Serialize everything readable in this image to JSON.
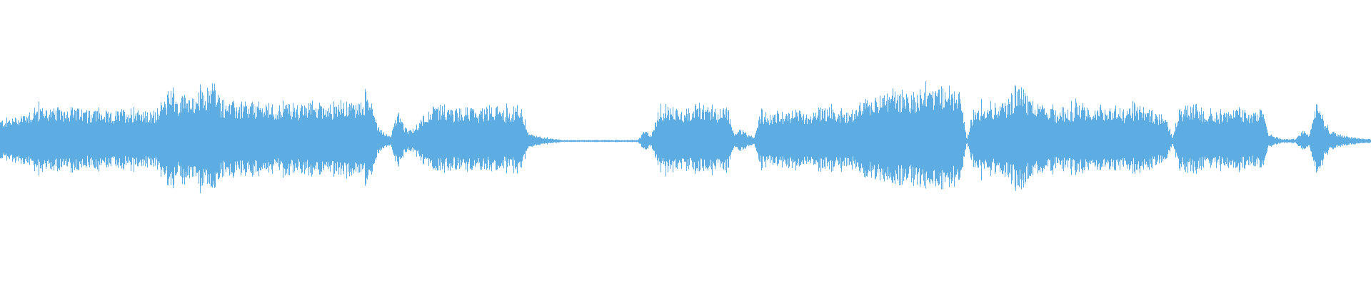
{
  "waveform": {
    "color": "#5dade2",
    "background": "#ffffff",
    "amplitude_envelope": [
      [
        0.0,
        0.2
      ],
      [
        0.01,
        0.23
      ],
      [
        0.02,
        0.28
      ],
      [
        0.03,
        0.33
      ],
      [
        0.04,
        0.3
      ],
      [
        0.05,
        0.33
      ],
      [
        0.06,
        0.29
      ],
      [
        0.07,
        0.3
      ],
      [
        0.08,
        0.26
      ],
      [
        0.09,
        0.3
      ],
      [
        0.1,
        0.32
      ],
      [
        0.105,
        0.28
      ],
      [
        0.11,
        0.26
      ],
      [
        0.115,
        0.34
      ],
      [
        0.12,
        0.38
      ],
      [
        0.125,
        0.56
      ],
      [
        0.13,
        0.34
      ],
      [
        0.135,
        0.52
      ],
      [
        0.14,
        0.38
      ],
      [
        0.145,
        0.46
      ],
      [
        0.15,
        0.48
      ],
      [
        0.155,
        0.58
      ],
      [
        0.16,
        0.4
      ],
      [
        0.17,
        0.36
      ],
      [
        0.18,
        0.34
      ],
      [
        0.19,
        0.36
      ],
      [
        0.2,
        0.33
      ],
      [
        0.21,
        0.36
      ],
      [
        0.22,
        0.33
      ],
      [
        0.23,
        0.38
      ],
      [
        0.24,
        0.35
      ],
      [
        0.25,
        0.38
      ],
      [
        0.26,
        0.36
      ],
      [
        0.27,
        0.44
      ],
      [
        0.275,
        0.16
      ],
      [
        0.28,
        0.08
      ],
      [
        0.285,
        0.05
      ],
      [
        0.29,
        0.3
      ],
      [
        0.295,
        0.12
      ],
      [
        0.3,
        0.1
      ],
      [
        0.305,
        0.18
      ],
      [
        0.31,
        0.28
      ],
      [
        0.32,
        0.33
      ],
      [
        0.33,
        0.3
      ],
      [
        0.34,
        0.32
      ],
      [
        0.35,
        0.3
      ],
      [
        0.36,
        0.33
      ],
      [
        0.37,
        0.3
      ],
      [
        0.38,
        0.34
      ],
      [
        0.385,
        0.08
      ],
      [
        0.39,
        0.05
      ],
      [
        0.4,
        0.03
      ],
      [
        0.41,
        0.01
      ],
      [
        0.42,
        0.01
      ],
      [
        0.43,
        0.01
      ],
      [
        0.44,
        0.01
      ],
      [
        0.45,
        0.01
      ],
      [
        0.46,
        0.01
      ],
      [
        0.465,
        0.01
      ],
      [
        0.47,
        0.1
      ],
      [
        0.475,
        0.06
      ],
      [
        0.48,
        0.3
      ],
      [
        0.49,
        0.33
      ],
      [
        0.5,
        0.3
      ],
      [
        0.51,
        0.35
      ],
      [
        0.52,
        0.31
      ],
      [
        0.53,
        0.34
      ],
      [
        0.535,
        0.08
      ],
      [
        0.54,
        0.12
      ],
      [
        0.545,
        0.06
      ],
      [
        0.55,
        0.03
      ],
      [
        0.555,
        0.3
      ],
      [
        0.56,
        0.26
      ],
      [
        0.57,
        0.28
      ],
      [
        0.58,
        0.3
      ],
      [
        0.59,
        0.26
      ],
      [
        0.6,
        0.32
      ],
      [
        0.61,
        0.3
      ],
      [
        0.62,
        0.28
      ],
      [
        0.63,
        0.38
      ],
      [
        0.64,
        0.4
      ],
      [
        0.65,
        0.48
      ],
      [
        0.66,
        0.44
      ],
      [
        0.67,
        0.48
      ],
      [
        0.68,
        0.52
      ],
      [
        0.69,
        0.5
      ],
      [
        0.7,
        0.46
      ],
      [
        0.705,
        0.02
      ],
      [
        0.71,
        0.32
      ],
      [
        0.72,
        0.36
      ],
      [
        0.73,
        0.34
      ],
      [
        0.74,
        0.48
      ],
      [
        0.745,
        0.52
      ],
      [
        0.75,
        0.4
      ],
      [
        0.76,
        0.32
      ],
      [
        0.77,
        0.3
      ],
      [
        0.78,
        0.32
      ],
      [
        0.79,
        0.36
      ],
      [
        0.8,
        0.3
      ],
      [
        0.81,
        0.34
      ],
      [
        0.82,
        0.3
      ],
      [
        0.83,
        0.34
      ],
      [
        0.84,
        0.28
      ],
      [
        0.85,
        0.26
      ],
      [
        0.855,
        0.04
      ],
      [
        0.86,
        0.32
      ],
      [
        0.87,
        0.34
      ],
      [
        0.88,
        0.3
      ],
      [
        0.89,
        0.28
      ],
      [
        0.9,
        0.3
      ],
      [
        0.91,
        0.28
      ],
      [
        0.92,
        0.3
      ],
      [
        0.925,
        0.08
      ],
      [
        0.93,
        0.04
      ],
      [
        0.935,
        0.02
      ],
      [
        0.94,
        0.02
      ],
      [
        0.945,
        0.02
      ],
      [
        0.95,
        0.1
      ],
      [
        0.955,
        0.06
      ],
      [
        0.96,
        0.4
      ],
      [
        0.965,
        0.22
      ],
      [
        0.97,
        0.1
      ],
      [
        0.98,
        0.05
      ],
      [
        0.99,
        0.03
      ],
      [
        1.0,
        0.02
      ]
    ]
  }
}
